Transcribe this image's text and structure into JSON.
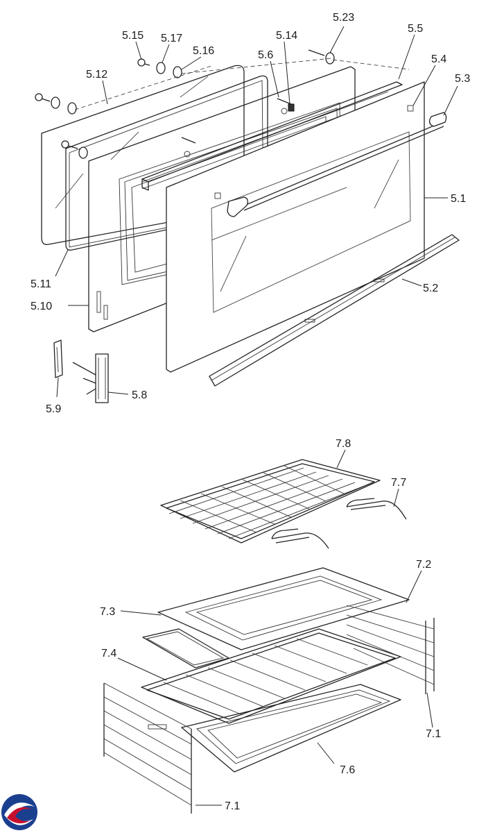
{
  "labels": {
    "p5_1": "5.1",
    "p5_2": "5.2",
    "p5_3": "5.3",
    "p5_4": "5.4",
    "p5_5": "5.5",
    "p5_6": "5.6",
    "p5_8": "5.8",
    "p5_9": "5.9",
    "p5_10": "5.10",
    "p5_11": "5.11",
    "p5_12": "5.12",
    "p5_14": "5.14",
    "p5_15": "5.15",
    "p5_16": "5.16",
    "p5_17": "5.17",
    "p5_23": "5.23",
    "p7_1a": "7.1",
    "p7_1b": "7.1",
    "p7_2": "7.2",
    "p7_3": "7.3",
    "p7_4": "7.4",
    "p7_6": "7.6",
    "p7_7": "7.7",
    "p7_8": "7.8"
  },
  "logo": {
    "icon": "brand-swirl-logo",
    "colors": [
      "#1b3f8f",
      "#c8102e"
    ]
  }
}
